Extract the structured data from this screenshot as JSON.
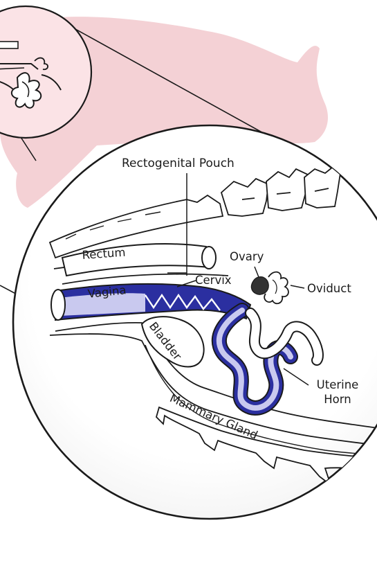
{
  "labels": {
    "rectogenital_pouch": "Rectogenital Pouch",
    "rectum": "Rectum",
    "ovary": "Ovary",
    "cervix": "Cervix",
    "oviduct": "Oviduct",
    "vagina": "Vagina",
    "bladder": "Bladder",
    "uterine_horn_line1": "Uterine",
    "uterine_horn_line2": "Horn",
    "mammary_gland": "Mammary Gland"
  },
  "colors": {
    "pig_silhouette": "#f3cfd3",
    "reproductive_tract": "#2b2fa0",
    "tract_inner": "#c9c9ef",
    "outline": "#1a1a1a",
    "ovary_fill": "#333333"
  }
}
